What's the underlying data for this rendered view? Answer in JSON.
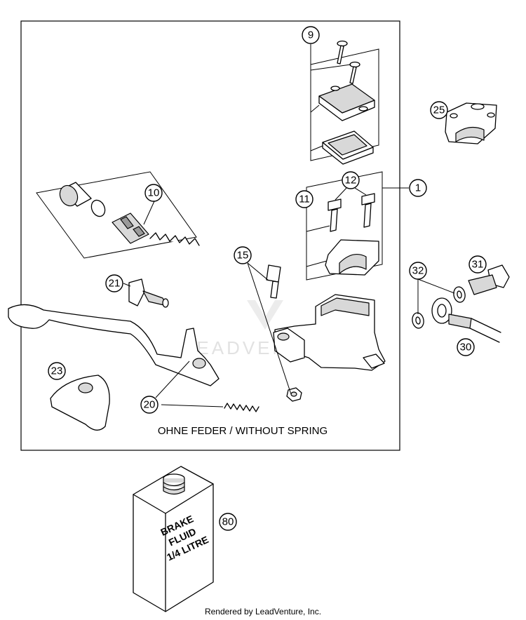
{
  "diagram": {
    "callouts": [
      {
        "id": "9",
        "label": "9"
      },
      {
        "id": "25",
        "label": "25"
      },
      {
        "id": "10",
        "label": "10"
      },
      {
        "id": "11",
        "label": "11"
      },
      {
        "id": "12",
        "label": "12"
      },
      {
        "id": "1",
        "label": "1"
      },
      {
        "id": "15",
        "label": "15"
      },
      {
        "id": "21",
        "label": "21"
      },
      {
        "id": "32",
        "label": "32"
      },
      {
        "id": "31",
        "label": "31"
      },
      {
        "id": "30",
        "label": "30"
      },
      {
        "id": "23",
        "label": "23"
      },
      {
        "id": "20",
        "label": "20"
      },
      {
        "id": "80",
        "label": "80"
      }
    ],
    "note": "OHNE FEDER / WITHOUT SPRING",
    "bottle_label": [
      "BRAKE",
      "FLUID",
      "1/4 LITRE"
    ],
    "watermark": "LEADVENTURE",
    "footer": "Rendered by LeadVenture, Inc."
  }
}
